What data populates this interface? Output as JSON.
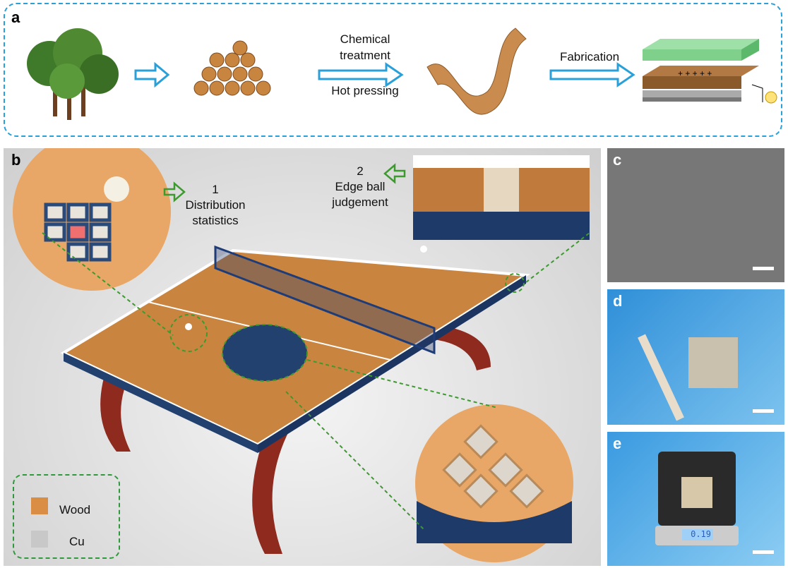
{
  "panel_a": {
    "label": "a",
    "step1_top": "Chemical",
    "step1_mid": "treatment",
    "step1_bottom": "Hot pressing",
    "step2": "Fabrication"
  },
  "panel_b": {
    "label": "b",
    "callout1_num": "1",
    "callout1_line1": "Distribution",
    "callout1_line2": "statistics",
    "callout2_num": "2",
    "callout2_line1": "Edge ball",
    "callout2_line2": "judgement",
    "legend": [
      {
        "label": "Wood",
        "color": "#d98d45"
      },
      {
        "label": "Cu",
        "color": "#c8c8c8"
      }
    ]
  },
  "panel_c": {
    "label": "c"
  },
  "panel_d": {
    "label": "d"
  },
  "panel_e": {
    "label": "e",
    "scale_reading": "0.19"
  },
  "colors": {
    "arrow_blue": "#2aa0d8",
    "arrow_green": "#3c9a2f",
    "wood": "#c9823f"
  }
}
